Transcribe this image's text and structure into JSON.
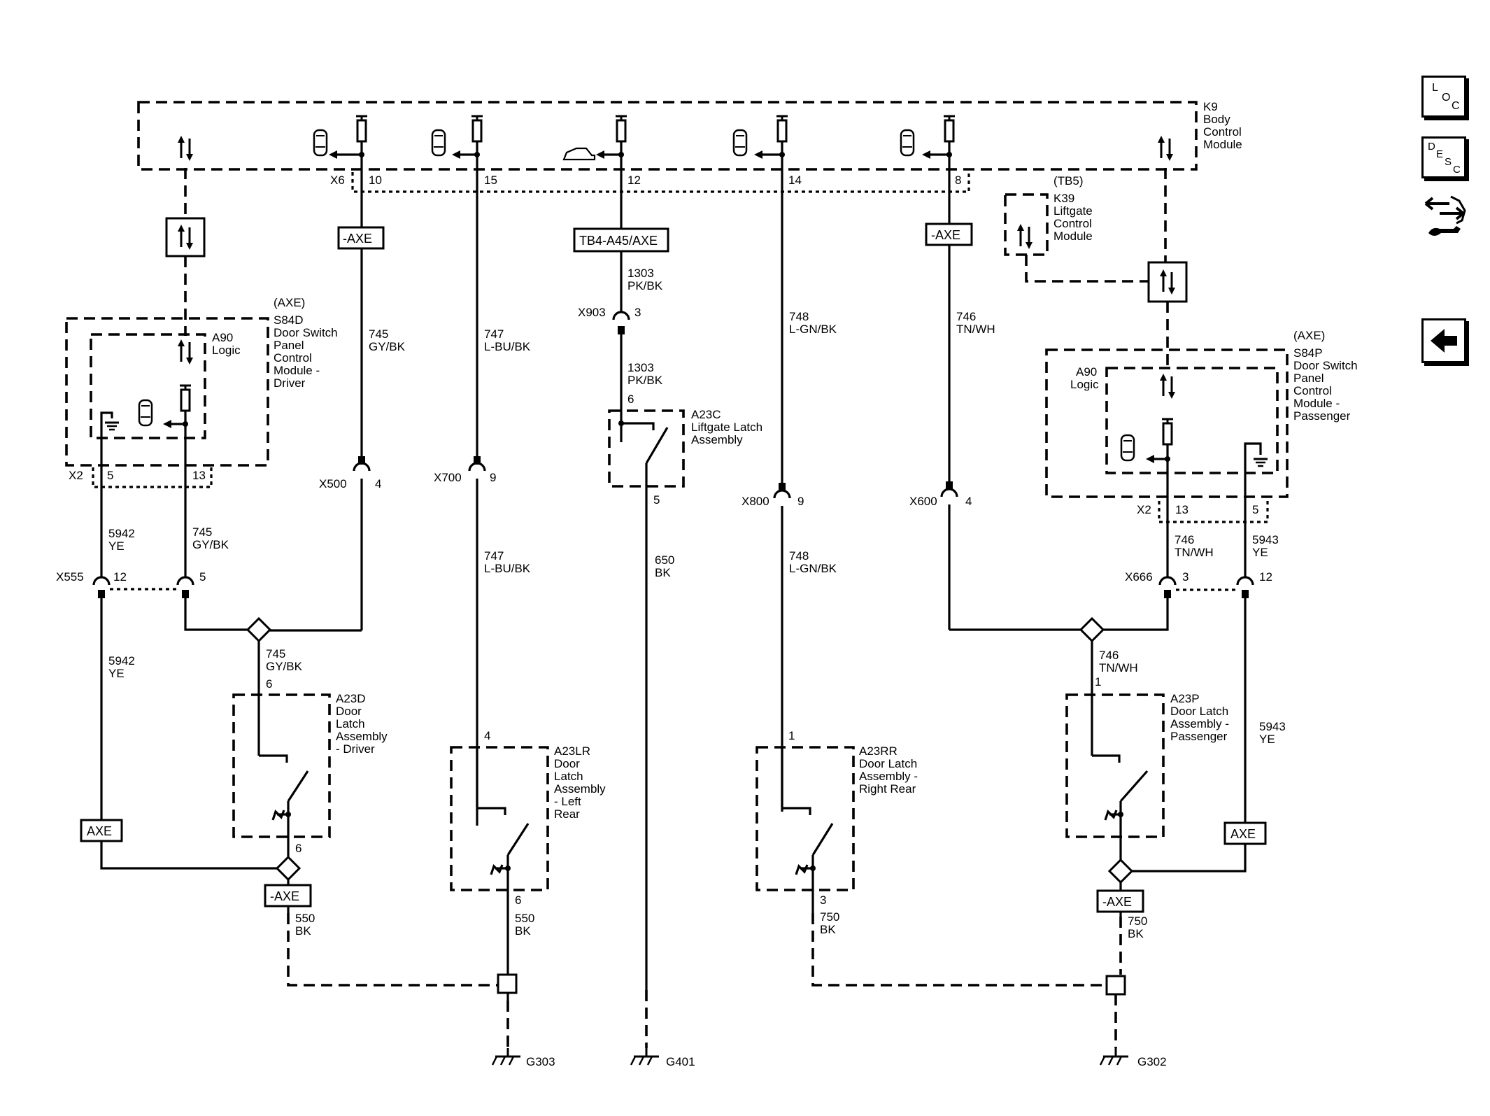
{
  "k9": {
    "id": "K9",
    "l1": "Body",
    "l2": "Control",
    "l3": "Module"
  },
  "connectors": {
    "x6": "X6",
    "x2l": "X2",
    "x2r": "X2",
    "x500": "X500",
    "x700": "X700",
    "x903": "X903",
    "x800": "X800",
    "x600": "X600",
    "x555": "X555",
    "x666": "X666"
  },
  "pins": {
    "p10": "10",
    "p15": "15",
    "p12": "12",
    "p14": "14",
    "p8": "8",
    "x2l_5": "5",
    "x2l_13": "13",
    "x500_4": "4",
    "x700_9": "9",
    "x903_3": "3",
    "liftgate_6": "6",
    "liftgate_5": "5",
    "x800_9": "9",
    "x600_4": "4",
    "x2r_13": "13",
    "x2r_5": "5",
    "x555_12": "12",
    "x555_5": "5",
    "x666_3": "3",
    "x666_12": "12",
    "a23d_top": "6",
    "a23d_bot": "6",
    "a23lr_top": "4",
    "a23lr_bot": "6",
    "a23rr_top": "1",
    "a23rr_bot": "3",
    "a23p_top": "1"
  },
  "option_tags": {
    "t1": "-AXE",
    "t2": "TB4-A45/AXE",
    "t3": "-AXE",
    "t4": "AXE",
    "t5": "-AXE",
    "t6": "AXE",
    "t7": "-AXE"
  },
  "wires": {
    "w745a": [
      "745",
      "GY/BK"
    ],
    "w745b": [
      "745",
      "GY/BK"
    ],
    "w745c": [
      "745",
      "GY/BK"
    ],
    "w747a": [
      "747",
      "L-BU/BK"
    ],
    "w747b": [
      "747",
      "L-BU/BK"
    ],
    "w1303a": [
      "1303",
      "PK/BK"
    ],
    "w1303b": [
      "1303",
      "PK/BK"
    ],
    "w650": [
      "650",
      "BK"
    ],
    "w748a": [
      "748",
      "L-GN/BK"
    ],
    "w748b": [
      "748",
      "L-GN/BK"
    ],
    "w746a": [
      "746",
      "TN/WH"
    ],
    "w746b": [
      "746",
      "TN/WH"
    ],
    "w746c": [
      "746",
      "TN/WH"
    ],
    "w5942a": [
      "5942",
      "YE"
    ],
    "w5942b": [
      "5942",
      "YE"
    ],
    "w5943a": [
      "5943",
      "YE"
    ],
    "w5943b": [
      "5943",
      "YE"
    ],
    "w550a": [
      "550",
      "BK"
    ],
    "w550b": [
      "550",
      "BK"
    ],
    "w750a": [
      "750",
      "BK"
    ],
    "w750b": [
      "750",
      "BK"
    ]
  },
  "s84d": {
    "opt": "(AXE)",
    "lines": [
      "S84D",
      "Door Switch",
      "Panel",
      "Control",
      "Module -",
      "Driver"
    ],
    "a90": [
      "A90",
      "Logic"
    ]
  },
  "s84p": {
    "opt": "(AXE)",
    "lines": [
      "S84P",
      "Door Switch",
      "Panel",
      "Control",
      "Module -",
      "Passenger"
    ],
    "a90": [
      "A90",
      "Logic"
    ]
  },
  "k39": {
    "opt": "(TB5)",
    "lines": [
      "K39",
      "Liftgate",
      "Control",
      "Module"
    ]
  },
  "a23c": [
    "A23C",
    "Liftgate Latch",
    "Assembly"
  ],
  "a23d": [
    "A23D",
    "Door",
    "Latch",
    "Assembly",
    "- Driver"
  ],
  "a23lr": [
    "A23LR",
    "Door",
    "Latch",
    "Assembly",
    "- Left",
    "Rear"
  ],
  "a23rr": [
    "A23RR",
    "Door Latch",
    "Assembly -",
    "Right Rear"
  ],
  "a23p": [
    "A23P",
    "Door Latch",
    "Assembly -",
    "Passenger"
  ],
  "grounds": {
    "g303": "G303",
    "g401": "G401",
    "g302": "G302"
  },
  "side_buttons": [
    {
      "name": "loc-button",
      "letters": [
        "L",
        "O",
        "C"
      ]
    },
    {
      "name": "desc-button",
      "letters": [
        "D",
        "E",
        "S",
        "C"
      ]
    },
    {
      "name": "connector-wrench-icon",
      "letters": []
    },
    {
      "name": "back-arrow-icon",
      "letters": []
    }
  ]
}
